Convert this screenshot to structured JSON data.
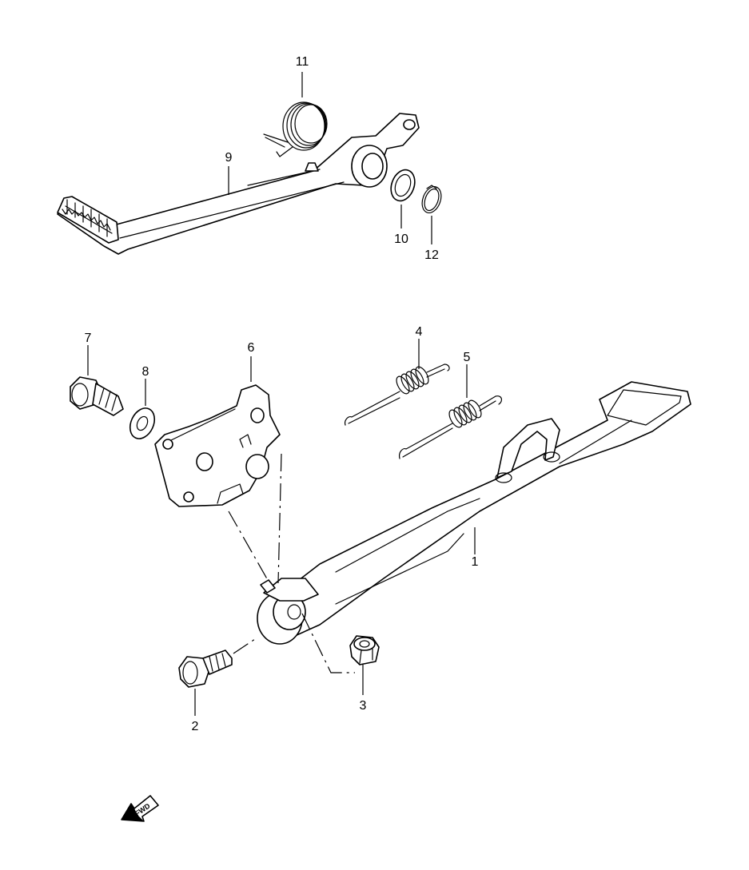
{
  "callouts": {
    "c1": "1",
    "c2": "2",
    "c3": "3",
    "c4": "4",
    "c5": "5",
    "c6": "6",
    "c7": "7",
    "c8": "8",
    "c9": "9",
    "c10": "10",
    "c11": "11",
    "c12": "12"
  },
  "direction_marker": {
    "label": "FWD",
    "icon": "fwd-arrow-icon"
  },
  "colors": {
    "line": "#000000",
    "background": "#ffffff"
  }
}
